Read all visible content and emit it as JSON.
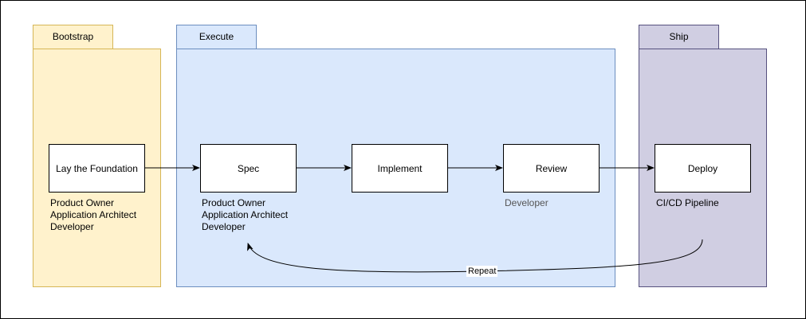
{
  "phases": {
    "bootstrap": {
      "label": "Bootstrap"
    },
    "execute": {
      "label": "Execute"
    },
    "ship": {
      "label": "Ship"
    }
  },
  "nodes": {
    "foundation": {
      "label": "Lay the Foundation"
    },
    "spec": {
      "label": "Spec"
    },
    "implement": {
      "label": "Implement"
    },
    "review": {
      "label": "Review"
    },
    "deploy": {
      "label": "Deploy"
    }
  },
  "roles": {
    "foundation": [
      "Product Owner",
      "Application Architect",
      "Developer"
    ],
    "spec": [
      "Product Owner",
      "Application Architect",
      "Developer"
    ],
    "review": [
      "Developer"
    ],
    "deploy": [
      "CI/CD Pipeline"
    ]
  },
  "loop": {
    "label": "Repeat"
  },
  "colors": {
    "bootstrap_fill": "#fff2cc",
    "bootstrap_stroke": "#d6b656",
    "execute_fill": "#dae8fc",
    "execute_stroke": "#6c8ebf",
    "ship_fill": "#d0cee2",
    "ship_stroke": "#56517e"
  }
}
